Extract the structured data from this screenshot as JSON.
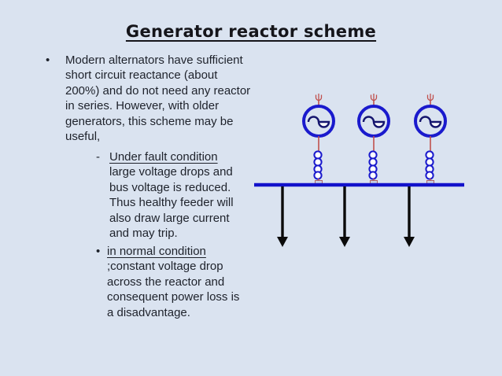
{
  "slide": {
    "title": "Generator reactor scheme"
  },
  "body": {
    "bullet1": {
      "marker": "•",
      "lines": [
        "Modern alternators have sufficient",
        "short circuit reactance (about",
        "200%) and do not need any reactor",
        "in series. However, with older",
        "generators, this scheme may be",
        "useful,"
      ]
    },
    "sub1": {
      "marker": "-",
      "heading": "Under fault condition",
      "lines": [
        "large voltage drops and",
        "bus voltage is reduced.",
        "Thus healthy feeder will",
        "also draw large current",
        "and may trip."
      ]
    },
    "sub2": {
      "marker": "•",
      "heading": "in normal condition",
      "lines": [
        ";constant voltage drop",
        "across the reactor and",
        "consequent power loss is",
        "a disadvantage."
      ]
    }
  },
  "diagram": {
    "colors": {
      "generator_ring": "#1a1acd",
      "sine_wave": "#15156e",
      "reactor_coil": "#1a1acd",
      "lead": "#c0504d",
      "bus_bar": "#1212cb",
      "feeder_arrow": "#0a0a0a",
      "junction_fill": "#c7d0e2",
      "junction_stroke": "#b06565"
    }
  }
}
